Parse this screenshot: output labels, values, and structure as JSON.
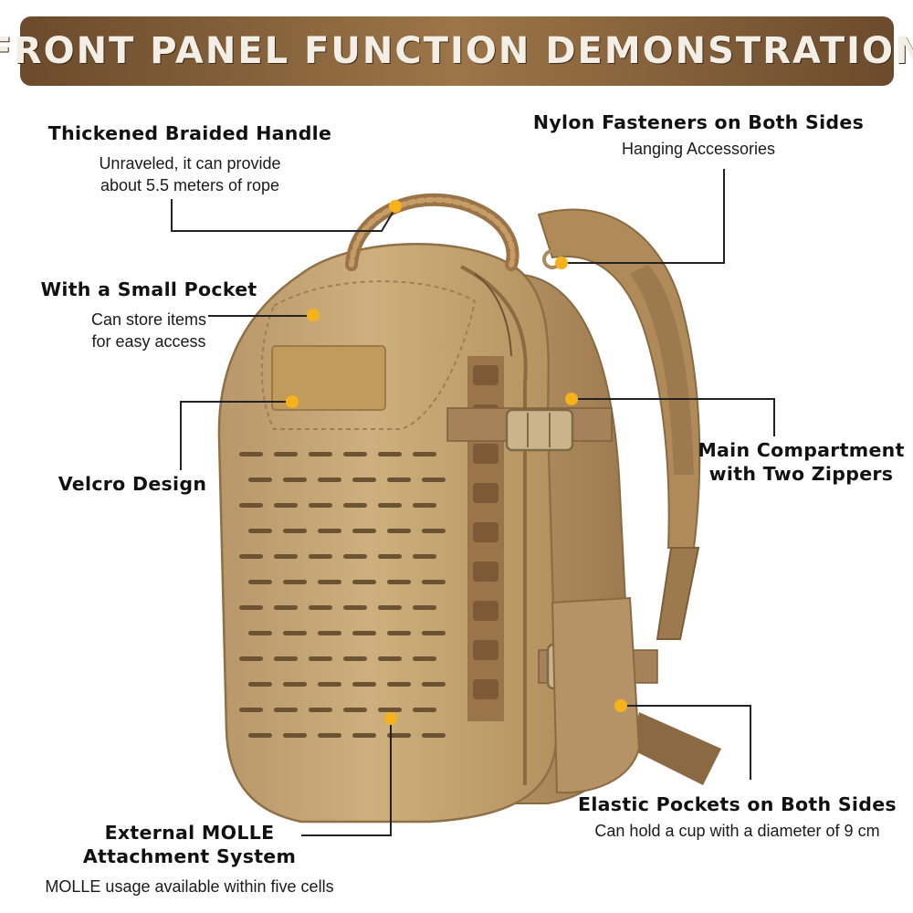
{
  "banner": {
    "title": "FRONT PANEL FUNCTION DEMONSTRATION"
  },
  "callouts": {
    "handle": {
      "title": "Thickened Braided Handle",
      "line1": "Unraveled, it can provide",
      "line2": "about 5.5 meters of rope"
    },
    "fasteners": {
      "title": "Nylon Fasteners on Both Sides",
      "sub": "Hanging Accessories"
    },
    "pocket": {
      "title": "With a Small Pocket",
      "line1": "Can store items",
      "line2": "for easy access"
    },
    "velcro": {
      "title": "Velcro Design"
    },
    "main": {
      "line1": "Main Compartment",
      "line2": "with Two Zippers"
    },
    "elastic": {
      "title": "Elastic Pockets on Both Sides",
      "sub": "Can hold a cup with a diameter of 9 cm"
    },
    "molle": {
      "line1": "External MOLLE",
      "line2": "Attachment System",
      "sub": "MOLLE usage available within five cells"
    }
  },
  "colors": {
    "banner": "#8a653d",
    "marker": "#f5b21b",
    "leader": "#222222",
    "fabric": "#c4a571",
    "webbing": "#9a744a"
  }
}
